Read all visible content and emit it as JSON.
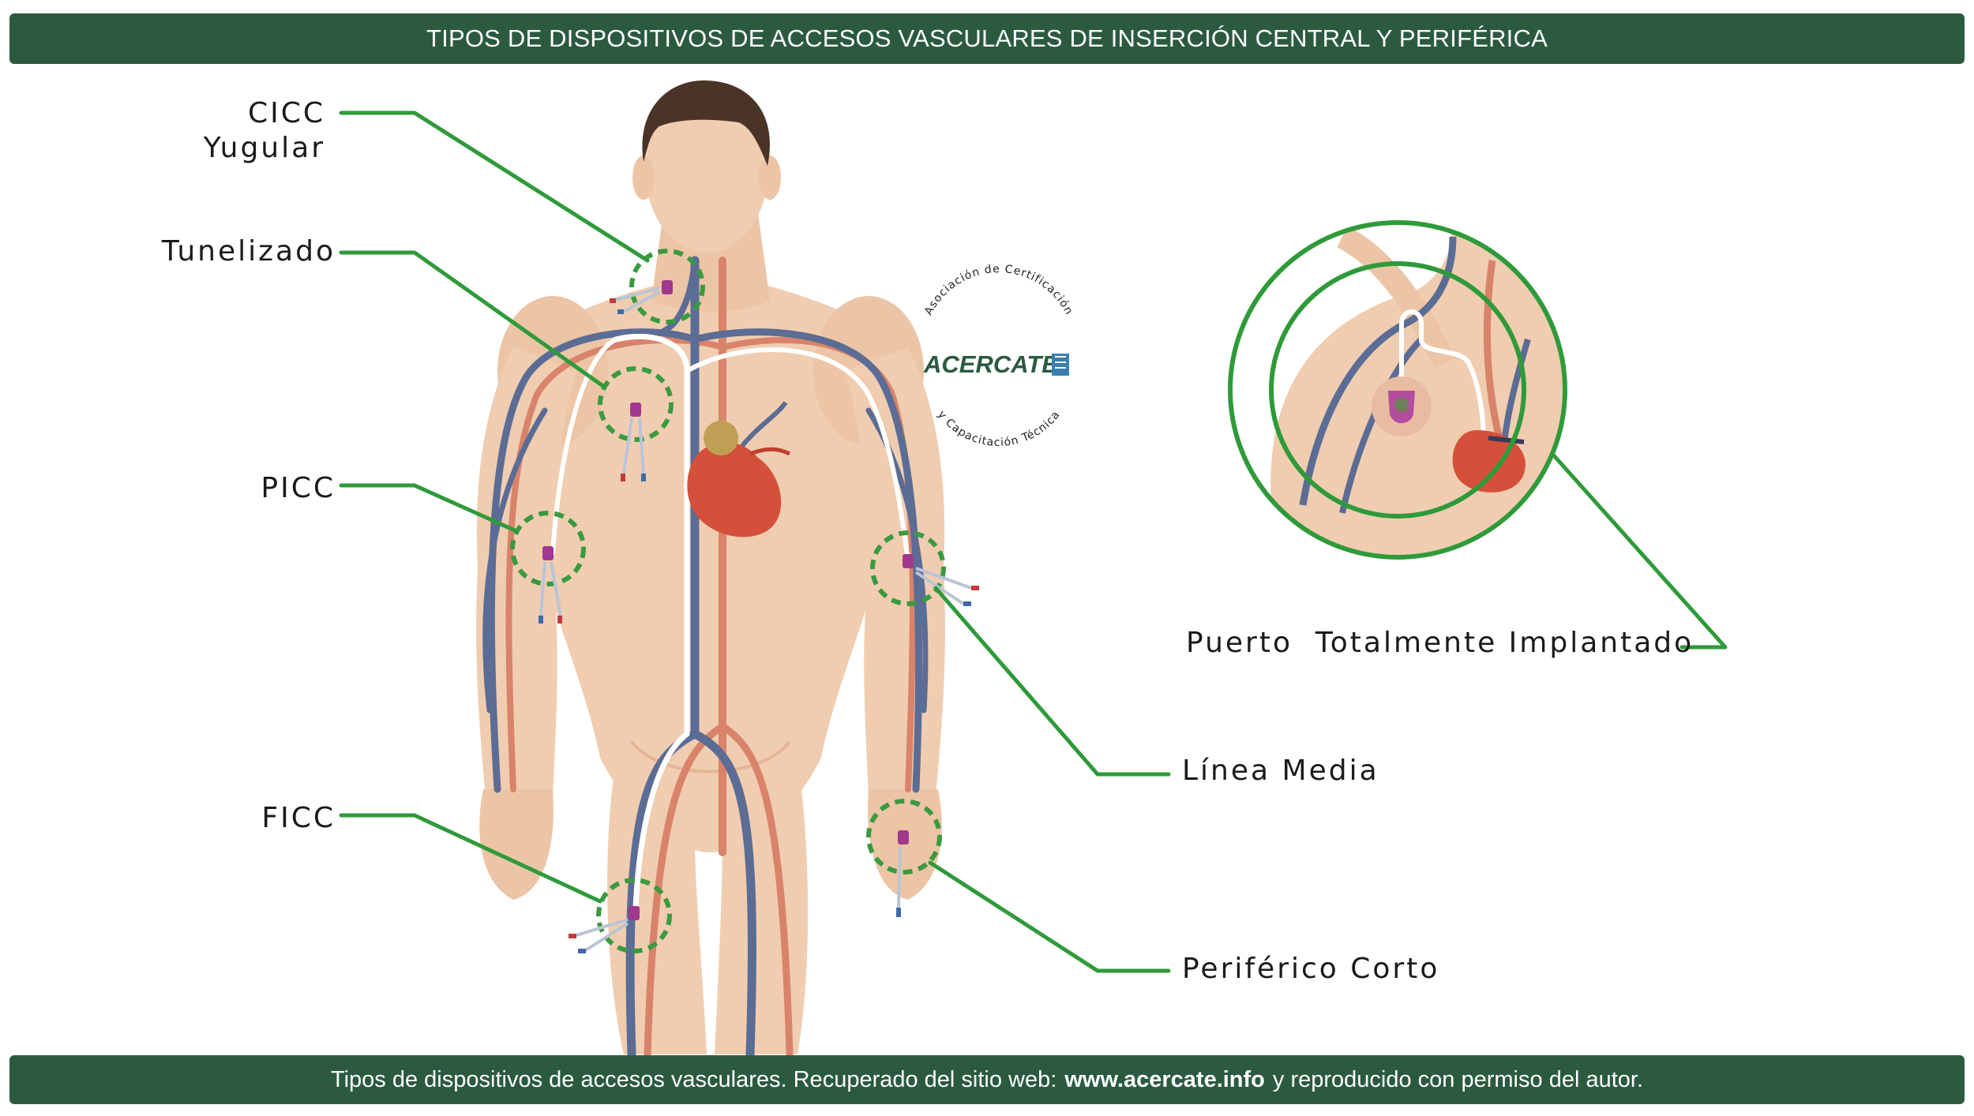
{
  "header": {
    "title": "TIPOS DE DISPOSITIVOS DE ACCESOS VASCULARES DE INSERCIÓN CENTRAL Y PERIFÉRICA"
  },
  "labels": {
    "cicc_line1": "CICC",
    "cicc_line2": "Yugular",
    "tunelizado": "Tunelizado",
    "picc": "PICC",
    "ficc": "FICC",
    "linea_media": "Línea Media",
    "periferico_corto": "Periférico Corto",
    "puerto": "Puerto  Totalmente Implantado"
  },
  "logo": {
    "name": "ACERCATE",
    "arc_top": "Asociación de Certificación",
    "arc_bottom": "y Capacitación Técnica"
  },
  "footer": {
    "text_before": "Tipos de dispositivos de accesos vasculares. Recuperado del sitio web:",
    "url": "www.acercate.info",
    "text_after": "y reproducido con permiso del autor."
  },
  "colors": {
    "bar": "#2b5a40",
    "leader": "#2f9a3a",
    "skin": "#f0cdb0",
    "vein": "#5b6c95",
    "artery": "#d9836b",
    "catheter_hub": "#a0388f"
  }
}
